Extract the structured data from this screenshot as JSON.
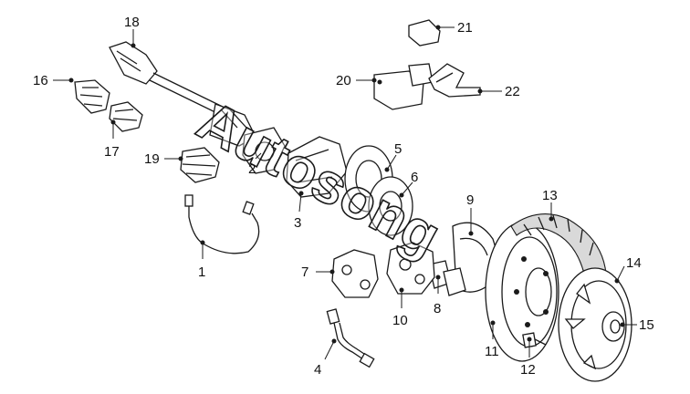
{
  "diagram": {
    "callouts": [
      {
        "id": "1",
        "part": "abs-sensor-cable"
      },
      {
        "id": "2",
        "part": "steering-knuckle"
      },
      {
        "id": "3",
        "part": "caliper-bracket"
      },
      {
        "id": "4",
        "part": "brake-hose"
      },
      {
        "id": "5",
        "part": "brake-disc"
      },
      {
        "id": "6",
        "part": "brake-disc-outer"
      },
      {
        "id": "7",
        "part": "brake-caliper"
      },
      {
        "id": "8",
        "part": "brake-pads"
      },
      {
        "id": "9",
        "part": "splash-shield"
      },
      {
        "id": "10",
        "part": "caliper-housing"
      },
      {
        "id": "11",
        "part": "steel-wheel"
      },
      {
        "id": "12",
        "part": "wheel-nut"
      },
      {
        "id": "13",
        "part": "tyre"
      },
      {
        "id": "14",
        "part": "hub-cap"
      },
      {
        "id": "15",
        "part": "centre-cap"
      },
      {
        "id": "16",
        "part": "cv-boot-outer"
      },
      {
        "id": "17",
        "part": "cv-boot-inner"
      },
      {
        "id": "18",
        "part": "drive-shaft"
      },
      {
        "id": "19",
        "part": "cv-boot-small"
      },
      {
        "id": "20",
        "part": "sensor-block"
      },
      {
        "id": "21",
        "part": "clip"
      },
      {
        "id": "22",
        "part": "bracket"
      }
    ],
    "watermark": "Autosong",
    "colors": {
      "ink": "#1a1a1a",
      "background": "#ffffff",
      "shade": "#d9d9d9"
    }
  }
}
